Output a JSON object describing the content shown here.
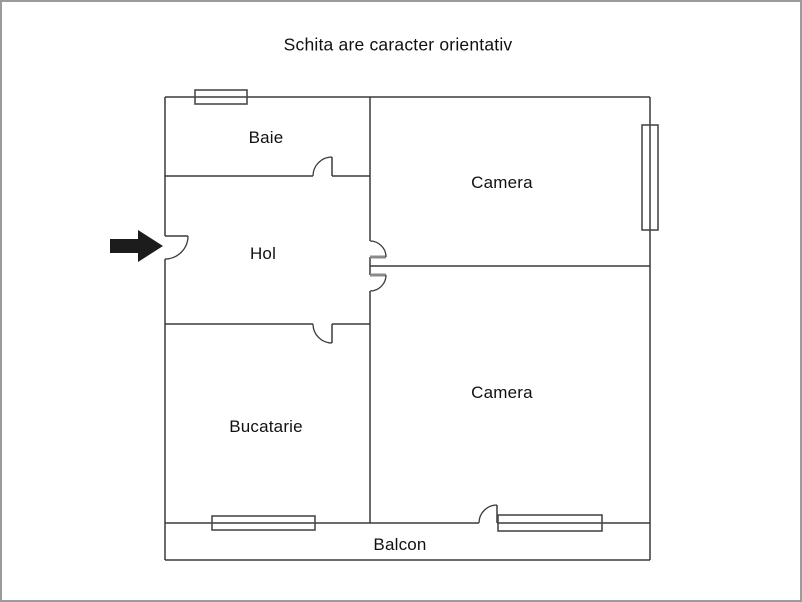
{
  "title": "Schita are caracter orientativ",
  "rooms": [
    {
      "label": "Baie"
    },
    {
      "label": "Camera"
    },
    {
      "label": "Hol"
    },
    {
      "label": "Camera"
    },
    {
      "label": "Bucatarie"
    },
    {
      "label": "Balcon"
    }
  ],
  "icons": {
    "entrance": "entrance-arrow"
  },
  "colors": {
    "wall": "#3a3a3a",
    "door_leaf_gray": "#8a8a8a",
    "window_border": "#4a4a4a",
    "arrow": "#1c1c1c",
    "frame_border": "#9b9b9b",
    "text": "#111111",
    "background": "#ffffff"
  }
}
